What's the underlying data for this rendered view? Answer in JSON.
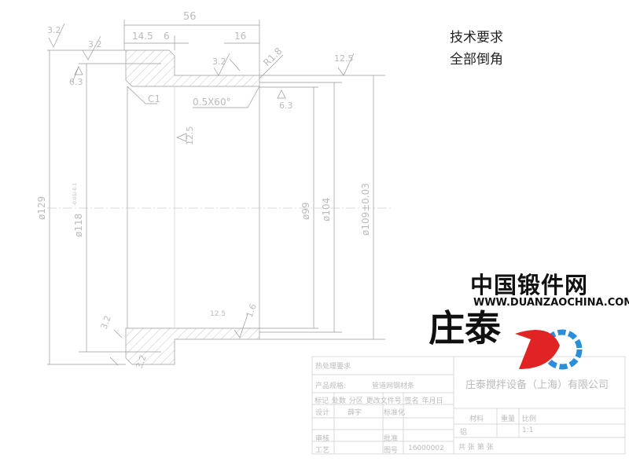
{
  "requirements": {
    "title": "技术要求",
    "item": "全部倒角"
  },
  "dimensions": {
    "overall_length": "56",
    "flange_width": "14.5",
    "step": "6",
    "end_length": "16",
    "dia_129": "ø129",
    "dia_118": "ø118",
    "dia_118_tol": "-0.05/-0.1",
    "dia_99": "ø99",
    "dia_104": "ø104",
    "dia_109": "ø109±0.03",
    "chamfer_c1": "C1",
    "chamfer_angle": "0.5X60°",
    "radius": "R1.8"
  },
  "roughness": [
    "3.2",
    "3.2",
    "6.3",
    "3.2",
    "12.5",
    "6.3",
    "12.5",
    "3.2",
    "12.5",
    "1.6",
    "3.2"
  ],
  "title_block": {
    "heat_treatment": "热处理要求",
    "product_spec_label": "产品规格:",
    "product_spec_value": "管道网钢材条",
    "revision_headers": [
      "标记",
      "处数",
      "分区",
      "更改文件号",
      "签名",
      "年月日"
    ],
    "design_label": "设计",
    "designer": "薛宇",
    "standardization_label": "标准化",
    "review_label": "审核",
    "approve_label": "批准",
    "process_label": "工艺",
    "drawing_no_label": "图号",
    "drawing_no": "16000002",
    "company": "庄泰搅拌设备（上海）有限公司",
    "material_label": "材料",
    "weight_label": "重量",
    "scale_label": "比例",
    "material": "铝",
    "scale": "1:1",
    "sheets": "共  张 第  张"
  },
  "watermark": {
    "site_name": "中国锻件网",
    "url": "WWW.DUANZAOCHINA.COM",
    "brand": "庄泰"
  }
}
